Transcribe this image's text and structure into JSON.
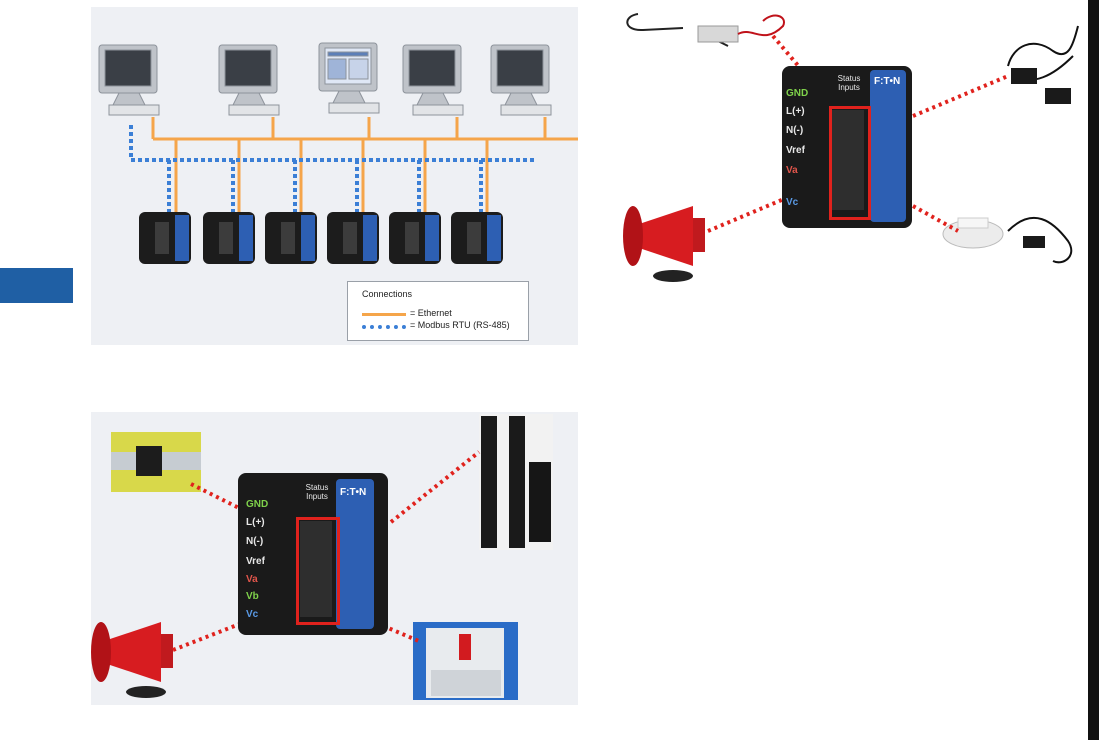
{
  "legend": {
    "title": "Connections",
    "ethernet": "= Ethernet",
    "modbus": "= Modbus RTU (RS-485)"
  },
  "meter_labels": {
    "gnd": "GND",
    "l_plus": "L(+)",
    "n_minus": "N(-)",
    "vref": "Vref",
    "va": "Va",
    "vb": "Vb",
    "vc": "Vc",
    "status_inputs": "Status Inputs",
    "brand": "F:T•N"
  },
  "colors": {
    "ethernet": "#f5a54a",
    "modbus": "#3b7fd6",
    "link": "#e0221d",
    "side_tab": "#1f5fa4",
    "highlight": "#e0221d"
  }
}
